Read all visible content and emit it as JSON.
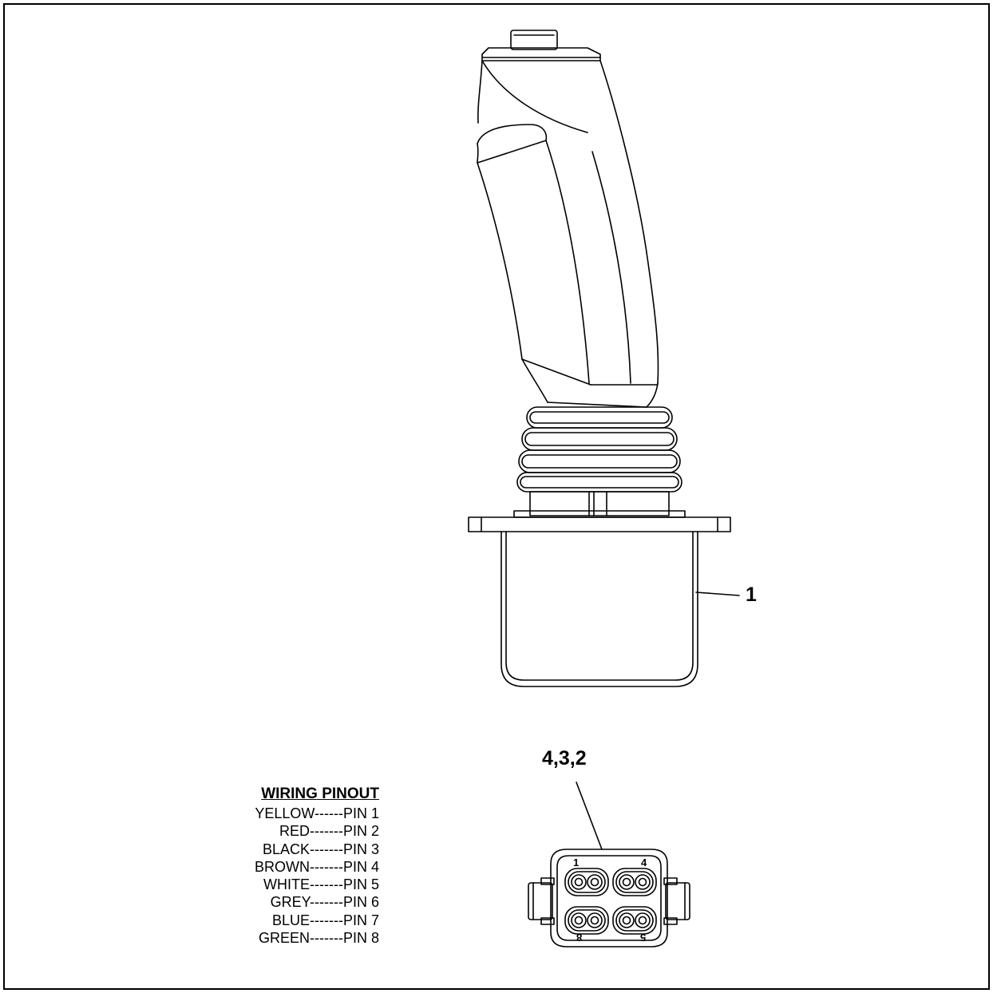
{
  "callouts": {
    "joystick": "1",
    "connector": "4,3,2"
  },
  "pinout": {
    "heading": "WIRING PINOUT",
    "rows": [
      "YELLOW------PIN 1",
      "RED-------PIN 2",
      "BLACK-------PIN 3",
      "BROWN-------PIN 4",
      "WHITE-------PIN 5",
      "GREY-------PIN 6",
      "BLUE-------PIN 7",
      "GREEN-------PIN 8"
    ]
  },
  "connector_pins": {
    "top_left": "1",
    "top_right": "4",
    "bottom_left": "8",
    "bottom_right": "5"
  }
}
